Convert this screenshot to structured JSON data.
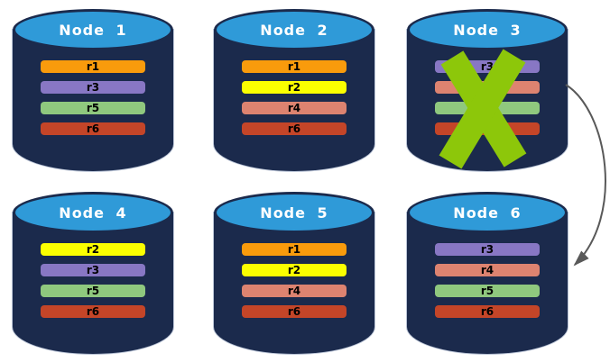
{
  "theme": {
    "background": "#FFFFFF",
    "cylinder_body_color": "#1B2A4C",
    "cylinder_top_color": "#2F9AD8",
    "cylinder_outline_color": "#1B2A4C",
    "title_color": "#FFFFFF",
    "bar_label_color": "#000000",
    "failure_x_color": "#8DC70A",
    "arrow_color": "#595959"
  },
  "replica_colors": {
    "r1": "#F99B0C",
    "r2": "#FBFF00",
    "r3": "#8877C4",
    "r4": "#DD8370",
    "r5": "#8FC87E",
    "r6": "#C44528"
  },
  "nodes": [
    {
      "title": "Node 1",
      "failed": false,
      "replicas": [
        {
          "label": "r1",
          "color": "#F99B0C"
        },
        {
          "label": "r3",
          "color": "#8877C4"
        },
        {
          "label": "r5",
          "color": "#8FC87E"
        },
        {
          "label": "r6",
          "color": "#C44528"
        }
      ]
    },
    {
      "title": "Node 2",
      "failed": false,
      "replicas": [
        {
          "label": "r1",
          "color": "#F99B0C"
        },
        {
          "label": "r2",
          "color": "#FBFF00"
        },
        {
          "label": "r4",
          "color": "#DD8370"
        },
        {
          "label": "r6",
          "color": "#C44528"
        }
      ]
    },
    {
      "title": "Node 3",
      "failed": true,
      "replicas": [
        {
          "label": "r3",
          "color": "#8877C4"
        },
        {
          "label": "r4",
          "color": "#DD8370"
        },
        {
          "label": "r5",
          "color": "#8FC87E"
        },
        {
          "label": "r6",
          "color": "#C44528"
        }
      ]
    },
    {
      "title": "Node 4",
      "failed": false,
      "replicas": [
        {
          "label": "r2",
          "color": "#FBFF00"
        },
        {
          "label": "r3",
          "color": "#8877C4"
        },
        {
          "label": "r5",
          "color": "#8FC87E"
        },
        {
          "label": "r6",
          "color": "#C44528"
        }
      ]
    },
    {
      "title": "Node 5",
      "failed": false,
      "replicas": [
        {
          "label": "r1",
          "color": "#F99B0C"
        },
        {
          "label": "r2",
          "color": "#FBFF00"
        },
        {
          "label": "r4",
          "color": "#DD8370"
        },
        {
          "label": "r6",
          "color": "#C44528"
        }
      ]
    },
    {
      "title": "Node 6",
      "failed": false,
      "replicas": [
        {
          "label": "r3",
          "color": "#8877C4"
        },
        {
          "label": "r4",
          "color": "#DD8370"
        },
        {
          "label": "r5",
          "color": "#8FC87E"
        },
        {
          "label": "r6",
          "color": "#C44528"
        }
      ]
    }
  ],
  "arrow": {
    "from": "Node 3",
    "to": "Node 6",
    "color": "#595959"
  }
}
